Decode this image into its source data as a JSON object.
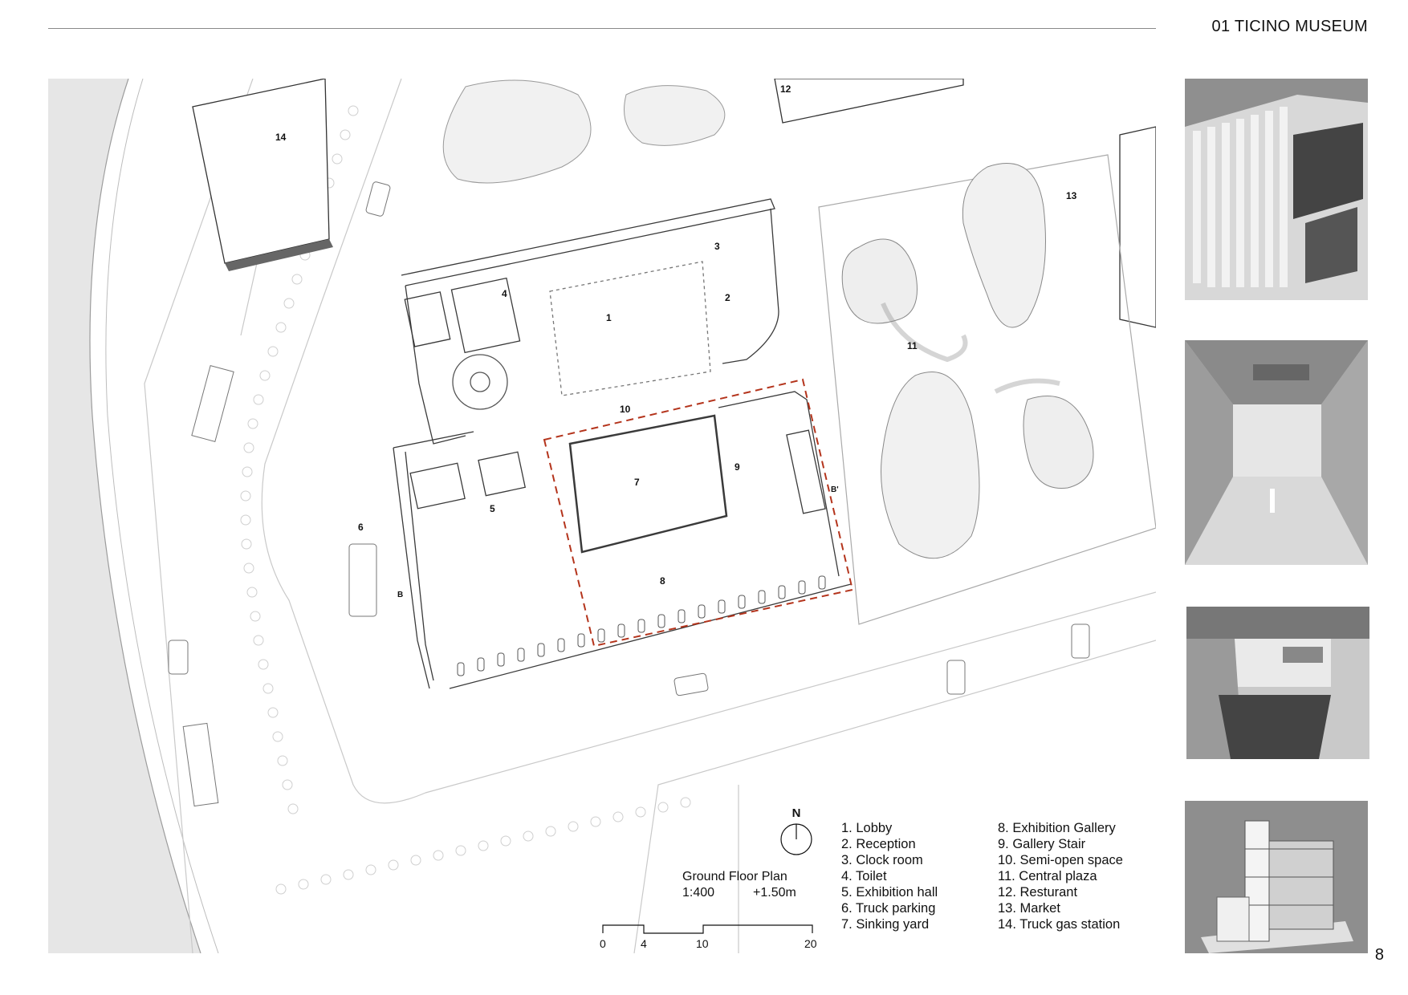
{
  "header": {
    "title": "01 TICINO MUSEUM"
  },
  "page": {
    "number": "8"
  },
  "plan": {
    "caption_title": "Ground Floor Plan",
    "scale": "1:400",
    "level": "+1.50m",
    "north": "N",
    "scale_ticks": [
      "0",
      "4",
      "10",
      "20"
    ],
    "room_numbers": [
      "1",
      "2",
      "3",
      "4",
      "5",
      "6",
      "7",
      "8",
      "9",
      "10",
      "11",
      "12",
      "13",
      "14"
    ],
    "section_marks": [
      "B",
      "B'"
    ]
  },
  "legend": {
    "left": [
      "1. Lobby",
      "2. Reception",
      "3. Clock room",
      "4. Toilet",
      "5. Exhibition hall",
      "6. Truck parking",
      "7. Sinking yard"
    ],
    "right": [
      "8. Exhibition Gallery",
      "9. Gallery Stair",
      "10. Semi-open space",
      "11. Central plaza",
      "12. Resturant",
      "13. Market",
      "14. Truck gas station"
    ]
  },
  "renders": [
    {
      "name": "facade-perspective-render"
    },
    {
      "name": "gallery-interior-render"
    },
    {
      "name": "atrium-interior-render"
    },
    {
      "name": "sectional-model-render"
    }
  ],
  "colors": {
    "section_line": "#b4341c",
    "linework": "#4a4a4a",
    "render_bg": "#9a9a9a"
  }
}
